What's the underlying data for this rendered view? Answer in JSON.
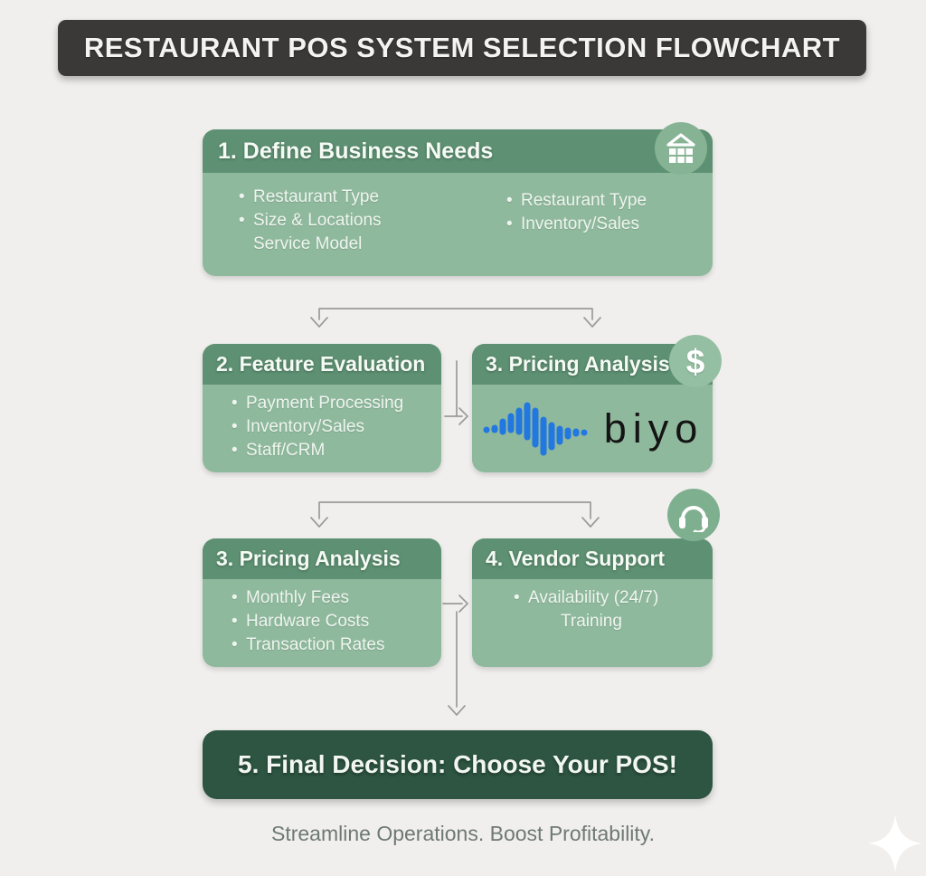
{
  "header": {
    "title": "RESTAURANT POS SYSTEM SELECTION FLOWCHART"
  },
  "steps": {
    "step1": {
      "title": "1. Define Business Needs",
      "left_items": [
        "Restaurant Type",
        "Size & Locations",
        "Service Model"
      ],
      "right_items": [
        "Restaurant Type",
        "Inventory/Sales"
      ]
    },
    "step2": {
      "title": "2. Feature Evaluation",
      "items": [
        "Payment Processing",
        "Inventory/Sales",
        "Staff/CRM"
      ]
    },
    "step3_logo": {
      "title": "3. Pricing Analysis",
      "logo_text": "biyo",
      "dollar_symbol": "$"
    },
    "step3": {
      "title": "3. Pricing Analysis",
      "items": [
        "Monthly Fees",
        "Hardware Costs",
        "Transaction Rates"
      ]
    },
    "step4": {
      "title": "4. Vendor Support",
      "items": [
        "Availability (24/7)",
        "Training"
      ]
    },
    "step5": {
      "title": "5. Final Decision: Choose Your POS!"
    }
  },
  "footer": {
    "tagline": "Streamline Operations. Boost Profitability."
  },
  "colors": {
    "background": "#f0efed",
    "title_bar": "#3a3938",
    "box_header_green": "#5e9173",
    "box_body_green": "#8fb99d",
    "icon_circle_green": "#86b394",
    "final_box_green": "#2d5541",
    "arrow_gray": "#9b9b9b",
    "biyo_blue": "#2277e0"
  }
}
